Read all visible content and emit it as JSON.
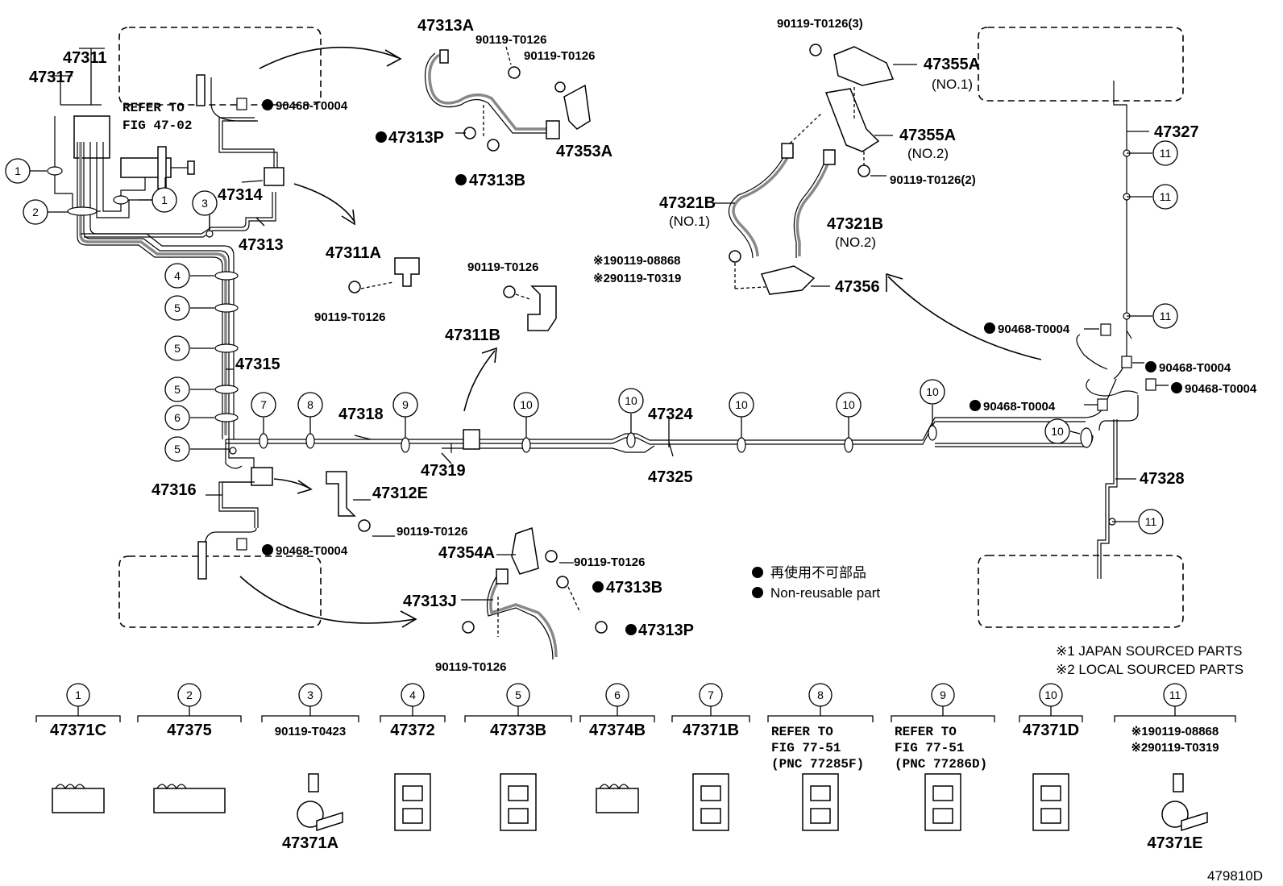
{
  "diagram_id": "479810D",
  "labels": {
    "p47311": "47311",
    "p47317": "47317",
    "refer_fig_line1": "REFER TO",
    "refer_fig_line2": "FIG 47-02",
    "p90468_top_left": "90468-T0004",
    "p47314": "47314",
    "p47313": "47313",
    "p47315": "47315",
    "p47318": "47318",
    "p47319": "47319",
    "p47324": "47324",
    "p47325": "47325",
    "p47316": "47316",
    "p47312E": "47312E",
    "p90119_312E": "90119-T0126",
    "p90468_bottom_left": "90468-T0004",
    "p47313A": "47313A",
    "p90119_313A_1": "90119-T0126",
    "p90119_313A_2": "90119-T0126",
    "p47313P_top": "47313P",
    "p47313B_top": "47313B",
    "p47353A": "47353A",
    "p47311A": "47311A",
    "p90119_311A": "90119-T0126",
    "p90119_311B": "90119-T0126",
    "p47311B": "47311B",
    "p47354A": "47354A",
    "p90119_354A": "90119-T0126",
    "p47313B_bottom": "47313B",
    "p47313J": "47313J",
    "p47313P_bottom": "47313P",
    "p90119_313J": "90119-T0126",
    "p90119_355A_top": "90119-T0126(3)",
    "p47355A_1": "47355A",
    "p47355A_1_sub": "(NO.1)",
    "p47355A_2": "47355A",
    "p47355A_2_sub": "(NO.2)",
    "p90119_355A_2": "90119-T0126(2)",
    "p47321B_1": "47321B",
    "p47321B_1_sub": "(NO.1)",
    "p47321B_2": "47321B",
    "p47321B_2_sub": "(NO.2)",
    "p_ref1_08868": "※190119-08868",
    "p_ref2_t0319": "※290119-T0319",
    "p47356": "47356",
    "p47327": "47327",
    "p47328": "47328",
    "p90468_r1": "90468-T0004",
    "p90468_r2": "90468-T0004",
    "p90468_r3": "90468-T0004",
    "p90468_r4": "90468-T0004"
  },
  "legend": {
    "nonreusable_jp": "再使用不可部品",
    "nonreusable_en": "Non-reusable part",
    "japan_sourced": "※1 JAPAN SOURCED PARTS",
    "local_sourced": "※2 LOCAL SOURCED PARTS"
  },
  "circles": [
    "1",
    "2",
    "3",
    "4",
    "5",
    "5",
    "5",
    "6",
    "5",
    "3",
    "7",
    "8",
    "9",
    "10",
    "10",
    "10",
    "10",
    "10",
    "10",
    "11",
    "11",
    "11",
    "11",
    "1",
    "1",
    "2",
    "3"
  ],
  "clamp_table": [
    {
      "num": "1",
      "line1": "47371C",
      "line2": "",
      "line3": "",
      "bottom": ""
    },
    {
      "num": "2",
      "line1": "47375",
      "line2": "",
      "line3": "",
      "bottom": ""
    },
    {
      "num": "3",
      "line1": "90119-T0423",
      "line2": "",
      "line3": "",
      "bottom": "47371A"
    },
    {
      "num": "4",
      "line1": "47372",
      "line2": "",
      "line3": "",
      "bottom": ""
    },
    {
      "num": "5",
      "line1": "47373B",
      "line2": "",
      "line3": "",
      "bottom": ""
    },
    {
      "num": "6",
      "line1": "47374B",
      "line2": "",
      "line3": "",
      "bottom": ""
    },
    {
      "num": "7",
      "line1": "47371B",
      "line2": "",
      "line3": "",
      "bottom": ""
    },
    {
      "num": "8",
      "line1": "REFER TO",
      "line2": "FIG 77-51",
      "line3": "(PNC 77285F)",
      "bottom": ""
    },
    {
      "num": "9",
      "line1": "REFER TO",
      "line2": "FIG 77-51",
      "line3": "(PNC 77286D)",
      "bottom": ""
    },
    {
      "num": "10",
      "line1": "47371D",
      "line2": "",
      "line3": "",
      "bottom": ""
    },
    {
      "num": "11",
      "line1": "※190119-08868",
      "line2": "※290119-T0319",
      "line3": "",
      "bottom": "47371E"
    }
  ]
}
